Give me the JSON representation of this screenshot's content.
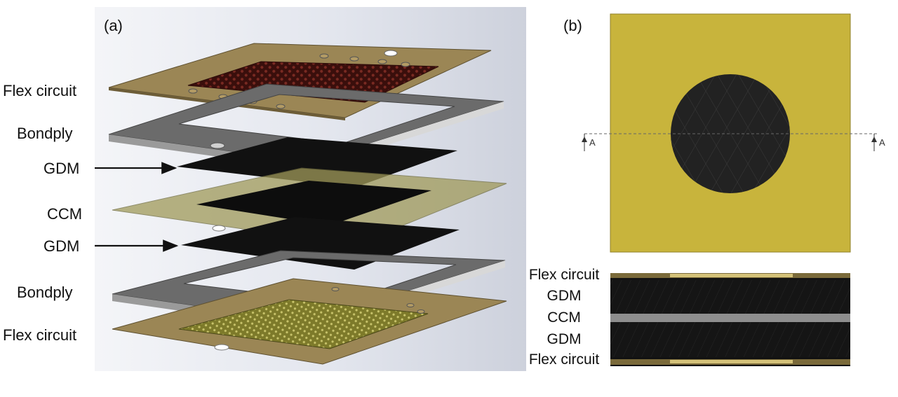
{
  "panel_a": {
    "tag": "(a)",
    "layer_labels": [
      "Flex circuit",
      "Bondply",
      "GDM",
      "CCM",
      "GDM",
      "Bondply",
      "Flex circuit"
    ]
  },
  "panel_b": {
    "tag": "(b)",
    "section_marker": "A",
    "cross_section_labels": [
      "Flex circuit",
      "GDM",
      "CCM",
      "GDM",
      "Flex circuit"
    ]
  },
  "colors": {
    "flex_circuit": "#9b8655",
    "bondply": "#6b6b6b",
    "gdm": "#111111",
    "ccm_membrane": "#a09a5a",
    "yellow_face": "#c8b43c",
    "copper_mesh": "#5a1a14"
  }
}
